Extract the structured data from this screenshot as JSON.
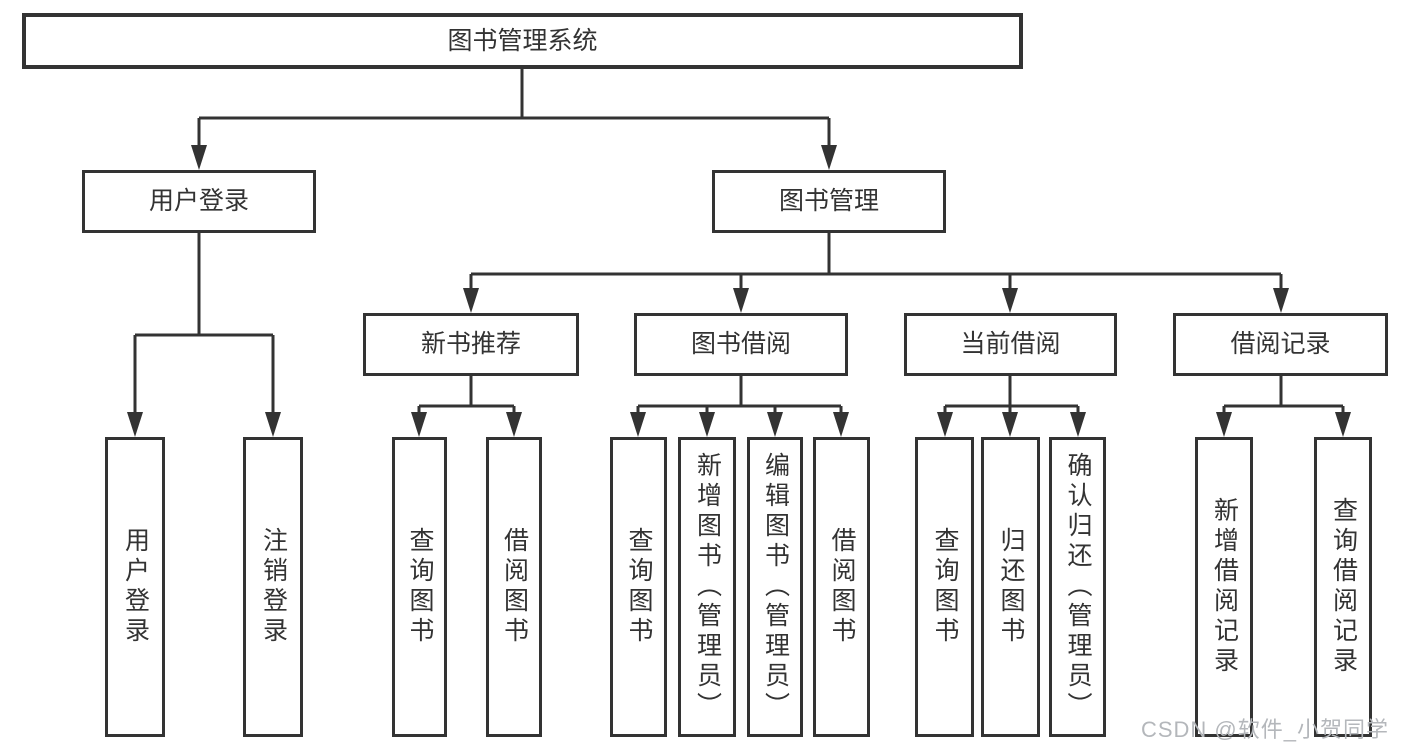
{
  "tree": {
    "root": "图书管理系统",
    "children": [
      {
        "label": "用户登录",
        "children": [
          "用户登录",
          "注销登录"
        ]
      },
      {
        "label": "图书管理",
        "children": [
          {
            "label": "新书推荐",
            "children": [
              "查询图书",
              "借阅图书"
            ]
          },
          {
            "label": "图书借阅",
            "children": [
              "查询图书",
              "新增图书（管理员）",
              "编辑图书（管理员）",
              "借阅图书"
            ]
          },
          {
            "label": "当前借阅",
            "children": [
              "查询图书",
              "归还图书",
              "确认归还（管理员）"
            ]
          },
          {
            "label": "借阅记录",
            "children": [
              "新增借阅记录",
              "查询借阅记录"
            ]
          }
        ]
      }
    ]
  },
  "colors": {
    "line": "#333333",
    "watermark": "#b4b7bb"
  },
  "watermark": "CSDN @软件_小贺同学"
}
